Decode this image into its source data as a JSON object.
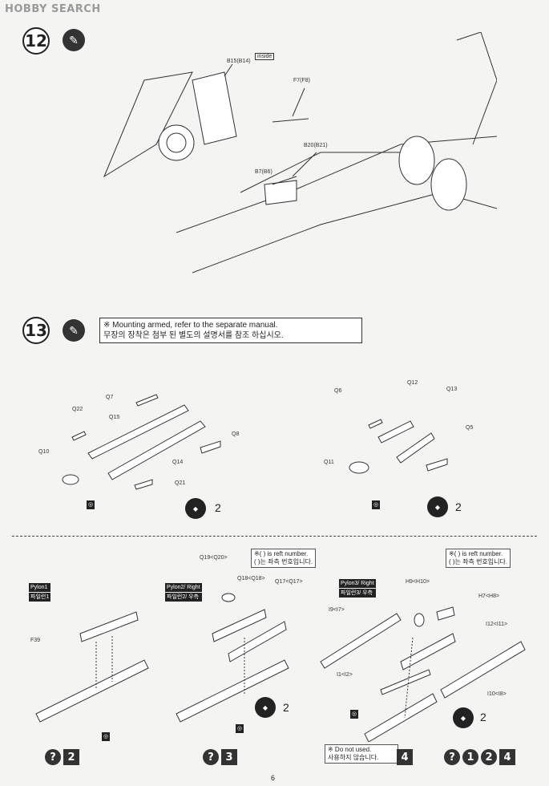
{
  "watermark": "HOBBY SEARCH",
  "step12": {
    "number": "12",
    "labels": {
      "b15": "B15(B14)",
      "f7": "F7(F8)",
      "b20": "B20(B21)",
      "b7": "B7(B6)",
      "inside": "inside"
    }
  },
  "step13": {
    "number": "13",
    "note_en": "※ Mounting armed, refer to the separate manual.",
    "note_kr": "무장의 장착은 첨부 된 별도의 설명서를 참조 하십시오.",
    "left_labels": [
      "Q7",
      "Q22",
      "Q15",
      "Q8",
      "Q10",
      "Q14",
      "Q21"
    ],
    "right_labels": [
      "Q6",
      "Q12",
      "Q13",
      "Q5",
      "Q11"
    ],
    "count_left": "2",
    "count_right": "2"
  },
  "lower": {
    "ref_left": {
      "line1": "※( ) is reft number.",
      "line2": "( )는 좌측 번호입니다."
    },
    "ref_right": {
      "line1": "※( ) is reft number.",
      "line2": "( )는 좌측 번호입니다."
    },
    "pylon1": {
      "title": "Pylon1",
      "kr": "파일런1",
      "part": "F39"
    },
    "pylon2": {
      "title": "Pylon2/ Right",
      "kr": "파일런2/ 우측",
      "parts": [
        "Q19<Q20>",
        "Q18<Q18>",
        "Q17<Q17>"
      ],
      "count": "2"
    },
    "pylon3": {
      "title": "Pylon3/ Right",
      "kr": "파일런3/ 우측",
      "parts": [
        "H9<H10>",
        "H7<H8>",
        "I9<I7>",
        "I12<I11>",
        "I1<I2>",
        "I10<I8>"
      ],
      "count": "2"
    },
    "not_used": {
      "en": "※ Do not used.",
      "kr": "사용하지 않습니다."
    },
    "bottom_left": [
      "?",
      "2"
    ],
    "bottom_mid": [
      "?",
      "3"
    ],
    "bottom_not_used_num": "4",
    "bottom_right": [
      "?",
      "1",
      "2",
      "4"
    ]
  },
  "page_number": "6"
}
